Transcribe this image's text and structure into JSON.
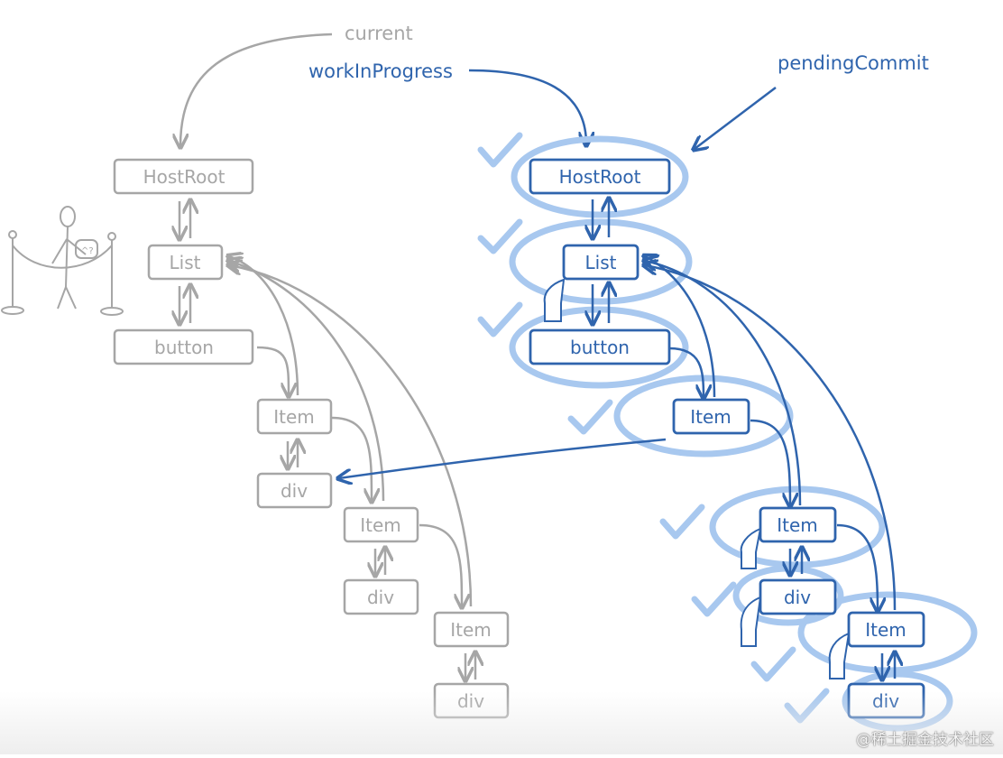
{
  "labels": {
    "current": "current",
    "work_in_progress": "workInProgress",
    "pending_commit": "pendingCommit"
  },
  "current_tree": {
    "host_root": "HostRoot",
    "list": "List",
    "button": "button",
    "item1": "Item",
    "div1": "div",
    "item2": "Item",
    "div2": "div",
    "item3": "Item",
    "div3": "div"
  },
  "wip_tree": {
    "host_root": "HostRoot",
    "list": "List",
    "button": "button",
    "item1": "Item",
    "item2": "Item",
    "div2": "div",
    "item3": "Item",
    "div3": "div"
  },
  "watermark": "@稀土掘金技术社区",
  "colors": {
    "gray": "#a6a6a6",
    "blue": "#2f64ad",
    "highlight": "#a8c8ef"
  }
}
